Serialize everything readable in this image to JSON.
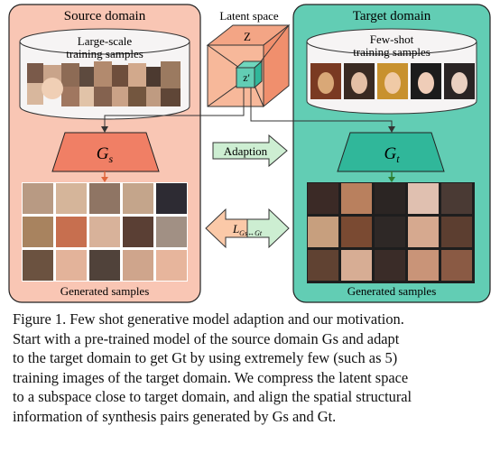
{
  "figure": {
    "source_panel": {
      "title": "Source domain",
      "cylinder_label_line1": "Large-scale",
      "cylinder_label_line2": "training samples",
      "generator_label": "G",
      "generator_sub": "s",
      "generated_label": "Generated samples"
    },
    "latent": {
      "title": "Latent space",
      "outer_label": "Z",
      "inner_label": "z'"
    },
    "target_panel": {
      "title": "Target domain",
      "cylinder_label_line1": "Few-shot",
      "cylinder_label_line2": "training samples",
      "generator_label": "G",
      "generator_sub": "t",
      "generated_label": "Generated samples"
    },
    "adaption_label": "Adaption",
    "loss_label": "L",
    "loss_sub": "Gs↔Gt",
    "colors": {
      "source_fill": "#f9c6b4",
      "target_fill": "#62cdb4",
      "source_gen": "#f07f65",
      "target_gen": "#30b79a",
      "arrow_green": "#cdeed2",
      "arrow_orange": "#fbc9a8"
    }
  },
  "caption": {
    "line1": "Figure 1. Few shot generative model adaption and our motivation.",
    "line2": "Start with a pre-trained model of the source domain Gs and adapt",
    "line3": "to the target domain to get Gt by using extremely few (such as 5)",
    "line4": "training images of the target domain. We compress the latent space",
    "line5": "to a subspace close to target domain, and align the spatial structural",
    "line6": "information of synthesis pairs generated by Gs and Gt."
  }
}
